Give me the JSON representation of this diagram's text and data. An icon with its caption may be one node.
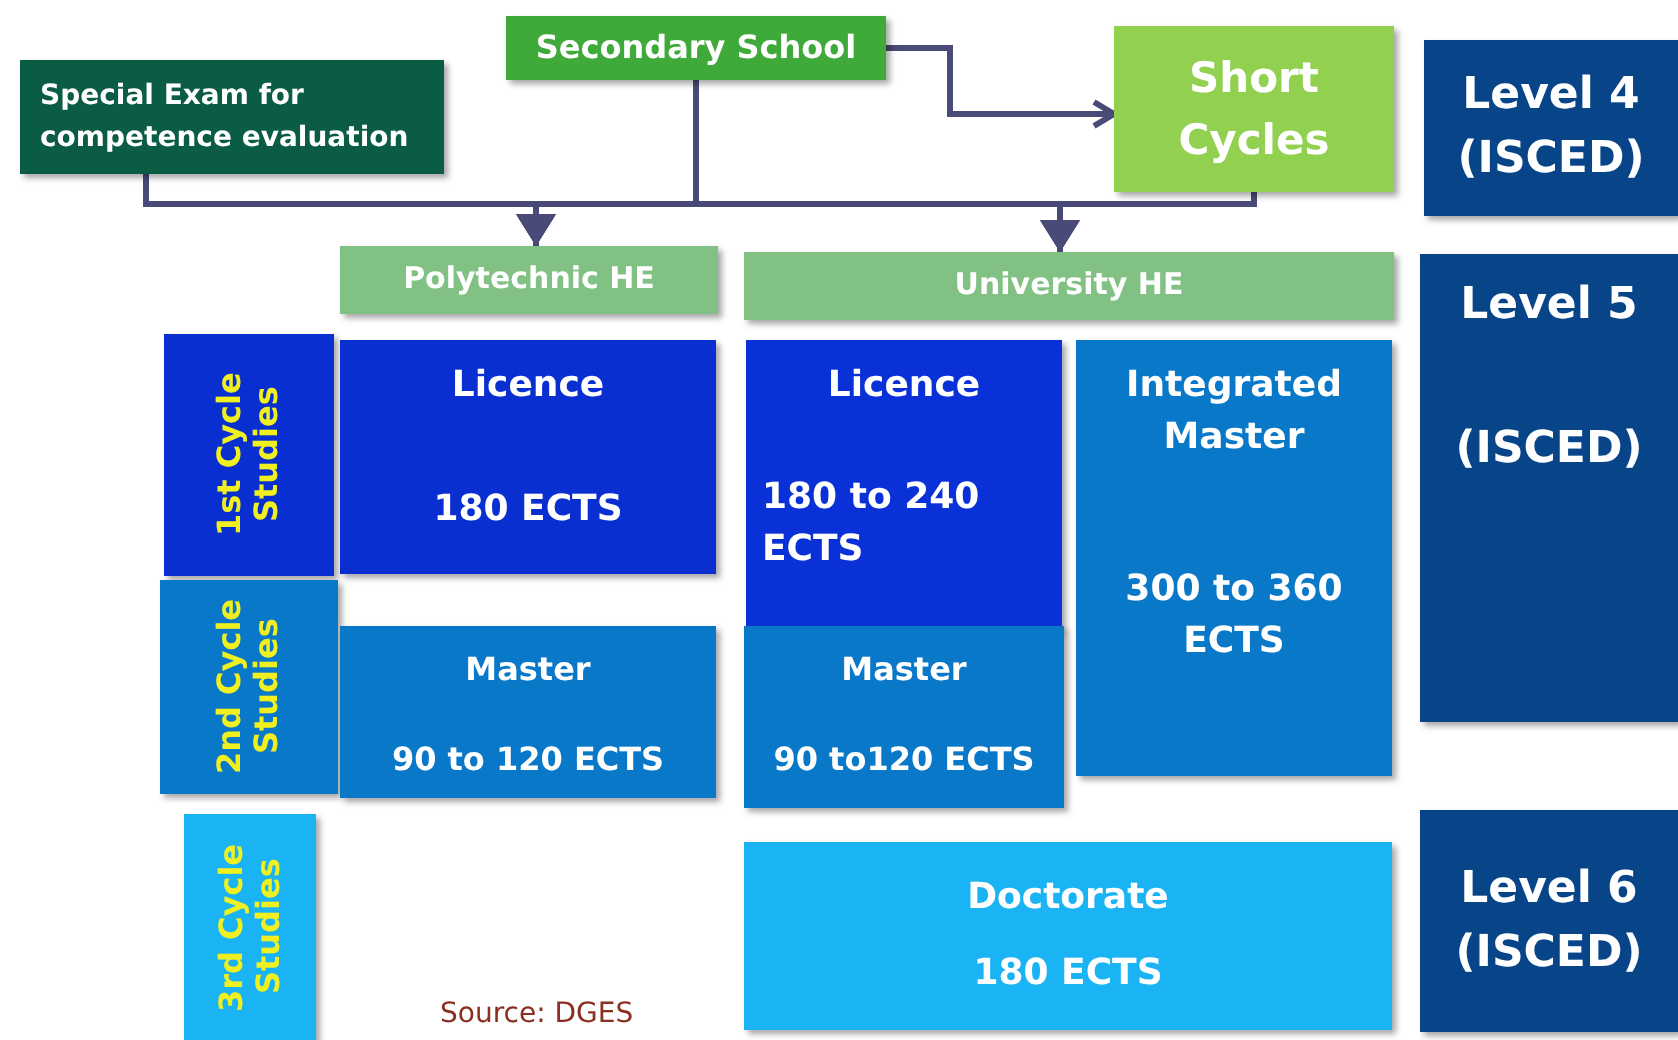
{
  "diagram": {
    "nodes": [
      {
        "text": [
          "Special Exam for competence evaluation"
        ]
      },
      {
        "text": [
          "Secondary School"
        ]
      },
      {
        "text": [
          "Short Cycles"
        ]
      },
      {
        "text": [
          "Level 4 (ISCED)"
        ]
      },
      {
        "text": [
          "Polytechnic HE"
        ]
      },
      {
        "text": [
          "University  HE"
        ]
      },
      {
        "text": [
          "Level 5",
          "(ISCED)"
        ]
      },
      {
        "text": [
          "1st Cycle Studies"
        ]
      },
      {
        "text": [
          "Licence",
          "180 ECTS"
        ]
      },
      {
        "text": [
          "Licence",
          "180 to 240 ECTS"
        ]
      },
      {
        "text": [
          "Integrated Master",
          "300 to 360 ECTS"
        ]
      },
      {
        "text": [
          "2nd Cycle Studies"
        ]
      },
      {
        "text": [
          "Master",
          "90 to 120 ECTS"
        ]
      },
      {
        "text": [
          "Master",
          "90 to120 ECTS"
        ]
      },
      {
        "text": [
          "3rd Cycle Studies"
        ]
      },
      {
        "text": [
          "Doctorate",
          "180 ECTS"
        ]
      },
      {
        "text": [
          "Level 6 (ISCED)"
        ]
      }
    ],
    "edges": [
      {
        "from": 1,
        "to": 2,
        "arrow": "to"
      },
      {
        "from": 0,
        "to": 4,
        "arrow": "to"
      },
      {
        "from": 0,
        "to": 5,
        "arrow": "to"
      },
      {
        "from": 1,
        "to": 4,
        "arrow": "to"
      },
      {
        "from": 1,
        "to": 5,
        "arrow": "to"
      },
      {
        "from": 2,
        "to": 4,
        "arrow": "to"
      },
      {
        "from": 2,
        "to": 5,
        "arrow": "to"
      }
    ],
    "labels": [
      "Source: DGES"
    ]
  }
}
